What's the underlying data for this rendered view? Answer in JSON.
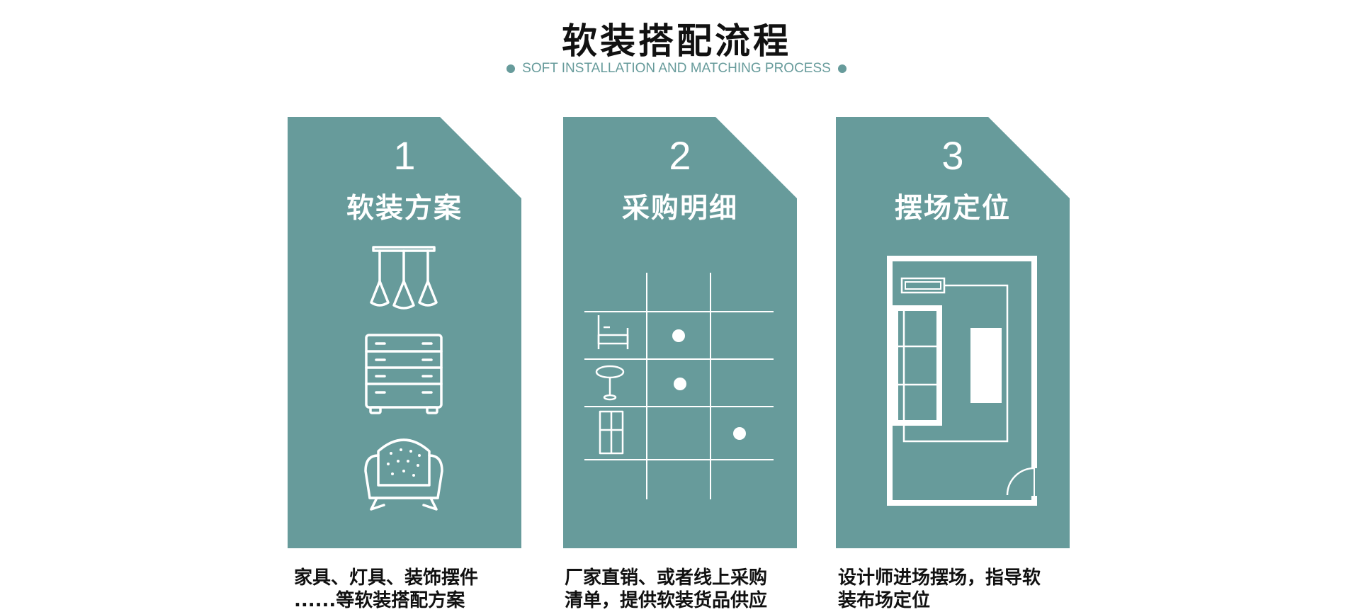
{
  "header": {
    "title": "软装搭配流程",
    "subtitle": "SOFT INSTALLATION AND MATCHING PROCESS"
  },
  "colors": {
    "accent": "#679b9b",
    "text": "#111111",
    "icon": "#ffffff"
  },
  "steps": [
    {
      "number": "1",
      "title": "软装方案",
      "icons": [
        "pendant-lamp-icon",
        "dresser-icon",
        "armchair-icon"
      ],
      "description_line1": "家具、灯具、装饰摆件",
      "description_line2": "......等软装搭配方案"
    },
    {
      "number": "2",
      "title": "采购明细",
      "icons": [
        "bed-icon",
        "round-table-icon",
        "cabinet-icon",
        "checklist-dot-icon"
      ],
      "description_line1": "厂家直销、或者线上采购",
      "description_line2": "清单，提供软装货品供应"
    },
    {
      "number": "3",
      "title": "摆场定位",
      "icons": [
        "floor-plan-icon",
        "door-swing-icon"
      ],
      "description_line1": "设计师进场摆场，指导软",
      "description_line2": "装布场定位"
    }
  ]
}
